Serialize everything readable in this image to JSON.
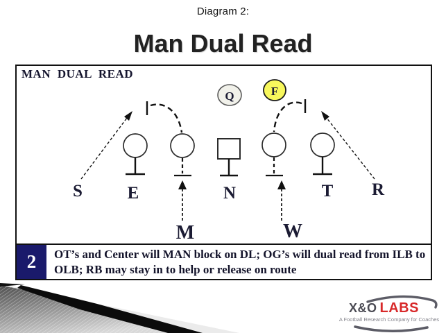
{
  "slide": {
    "kicker": "Diagram 2:",
    "title": "Man Dual Read"
  },
  "diagram": {
    "heading": "MAN DUAL READ",
    "backfield": {
      "quarterback_label": "Q",
      "fullback_label": "F"
    },
    "defenders": [
      {
        "label": "S"
      },
      {
        "label": "E"
      },
      {
        "label": "M"
      },
      {
        "label": "N"
      },
      {
        "label": "W"
      },
      {
        "label": "T"
      },
      {
        "label": "R"
      }
    ]
  },
  "caption": {
    "number": "2",
    "text": "OT’s and Center will MAN block on DL; OG’s will dual read from ILB to OLB; RB may stay in to help or release on route"
  },
  "logo": {
    "brand_prefix": "X&O",
    "brand_suffix": "LABS",
    "tagline": "A Football Research Company for Coaches"
  },
  "colors": {
    "fullback_fill": "#f7f75c",
    "quarterback_fill": "#f1f1ea",
    "number_box_navy": "#1a1a6b",
    "logo_red": "#d8292a",
    "logo_gray": "#4b4b54",
    "box_border": "#111111"
  }
}
